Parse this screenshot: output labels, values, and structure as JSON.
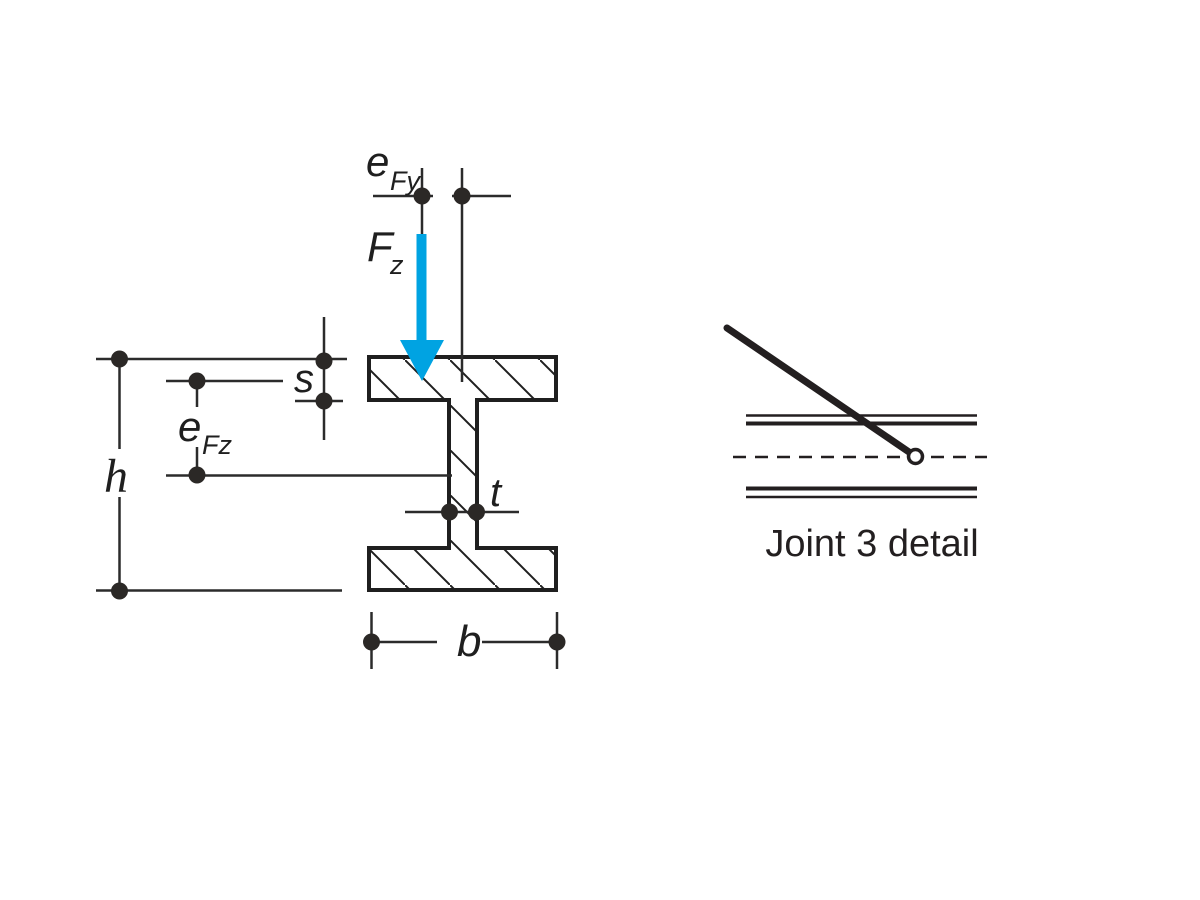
{
  "colors": {
    "ink": "#231f20",
    "accent": "#00a3e2"
  },
  "section": {
    "labels": {
      "eFy": {
        "base": "e",
        "sub": "Fy"
      },
      "Fz": {
        "base": "F",
        "sub": "z"
      },
      "s": "s",
      "eFz": {
        "base": "e",
        "sub": "Fz"
      },
      "h": "h",
      "t": "t",
      "b": "b"
    }
  },
  "detail": {
    "caption": "Joint 3 detail"
  }
}
